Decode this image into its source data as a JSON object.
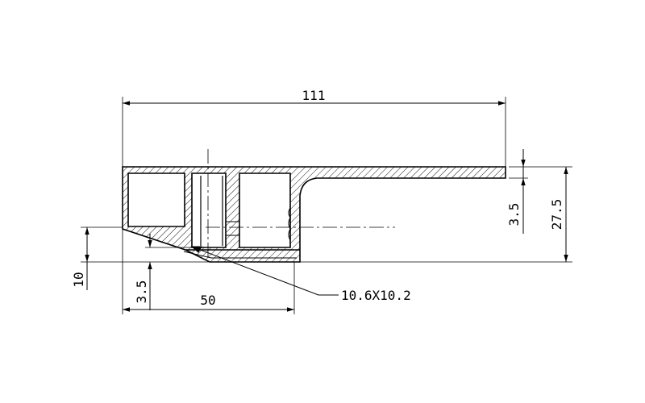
{
  "drawing": {
    "dimensions": {
      "overall_width": "111",
      "overall_height": "27.5",
      "flange_thickness": "3.5",
      "lip_height": "10",
      "bottom_offset": "3.5",
      "base_width": "50"
    },
    "callout": "10.6X10.2"
  }
}
